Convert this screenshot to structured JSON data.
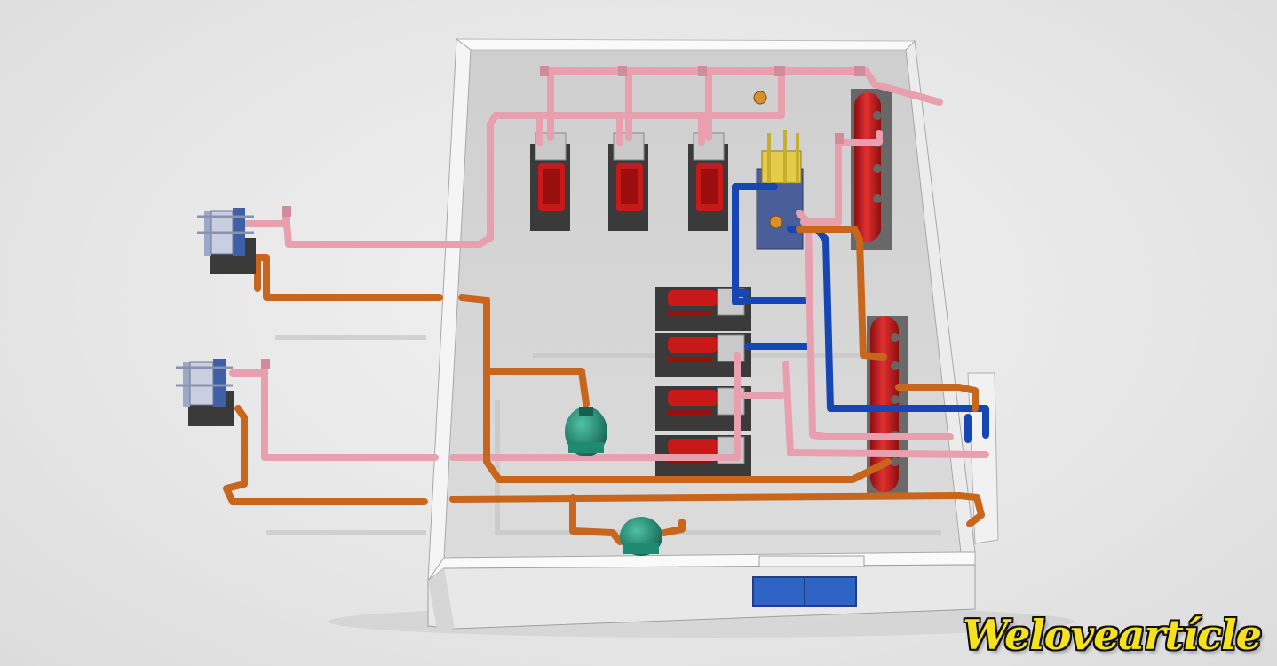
{
  "watermark": {
    "text": "Weloveartícle"
  },
  "colors": {
    "supply_pipe": "#e8a0ae",
    "return_pipe": "#c8661e",
    "chilled_pipe": "#1646b4",
    "equipment_red": "#c81818",
    "pump_green": "#1f8a72",
    "wall": "#f7f7f7",
    "floor": "#d4d4d4",
    "door": "#2f63c4",
    "watermark": "#f5e21c"
  },
  "scene": {
    "room": "plant-room",
    "boilers": 3,
    "chillers": 4,
    "header_tanks": 2,
    "heat_exchangers": 2,
    "pumps": 2
  }
}
